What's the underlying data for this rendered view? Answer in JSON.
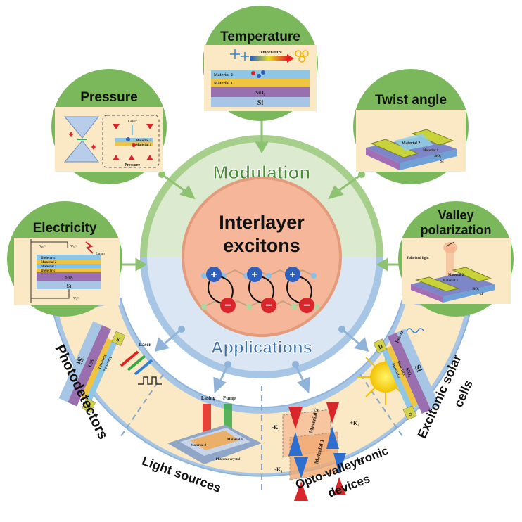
{
  "center": {
    "title_line1": "Interlayer",
    "title_line2": "excitons"
  },
  "ring": {
    "modulation": "Modulation",
    "applications": "Applications"
  },
  "modulation_nodes": {
    "temperature": {
      "title": "Temperature",
      "inset": {
        "axis": "Temperature",
        "material2": "Material 2",
        "material1": "Material 1",
        "substrate_oxide": "SiO₂",
        "substrate": "Si"
      }
    },
    "pressure": {
      "title": "Pressure",
      "inset": {
        "laser": "Laser",
        "material2": "Material 2",
        "material1": "Material 1",
        "pressure": "Pressure"
      }
    },
    "twist_angle": {
      "title": "Twist angle",
      "inset": {
        "material2": "Material 2",
        "material1": "Material 1",
        "substrate_oxide": "SiO₂",
        "substrate": "Si"
      }
    },
    "electricity": {
      "title": "Electricity",
      "inset": {
        "vtg": "Vₜᴳ",
        "vtg2": "Vₜᴳ",
        "laser": "Laser",
        "dielectric_top": "Dielectric",
        "material2": "Material 2",
        "material1": "Material 1",
        "dielectric_bottom": "Dielectric",
        "substrate_oxide": "SiO₂",
        "substrate": "Si",
        "vbg": "Vᵦᴳ"
      }
    },
    "valley_polarization": {
      "title_line1": "Valley",
      "title_line2": "polarization",
      "inset": {
        "polarized_light": "Polarized light",
        "material2": "Material 2",
        "material1": "Material 1",
        "substrate_oxide": "SiO₂",
        "substrate": "Si"
      }
    }
  },
  "application_nodes": {
    "photodetectors": {
      "label": "Photodetectors",
      "inset": {
        "laser": "Laser",
        "source": "S",
        "material2": "Material 2",
        "material1": "Material 1",
        "substrate_oxide": "SiO₂",
        "substrate": "Si",
        "drain": "D"
      }
    },
    "light_sources": {
      "label": "Light sources",
      "inset": {
        "lasing": "Lasing",
        "pump": "Pump",
        "material2": "Material 2",
        "material1": "Material 1",
        "crystal": "Photonic crystal"
      }
    },
    "opto_valleytronic": {
      "label_line1": "Opto-valleytronic",
      "label_line2": "devices",
      "inset": {
        "material2": "Material 2",
        "material1": "Material 1",
        "neg_k1_top": "-K₁",
        "pos_k2": "+K₂",
        "neg_k1_bottom": "-K₁",
        "pos_k1": "+K₁"
      }
    },
    "excitonic_solar_cells": {
      "label_line1": "Excitonic solar",
      "label_line2": "cells",
      "inset": {
        "power": "Power",
        "drain": "D",
        "material2": "Material 2",
        "material1": "Material 1",
        "substrate_oxide": "SiO₂",
        "substrate": "Si",
        "source": "S"
      }
    }
  },
  "colors": {
    "modulation_green": "#a5cf8b",
    "node_fill": "#7bb85c",
    "application_blue": "#a7c6e6",
    "center_fill": "#f5b699",
    "panel_fill": "#fbe9c6",
    "hole_blue": "#2d5fbe",
    "electron_red": "#d8262a"
  }
}
